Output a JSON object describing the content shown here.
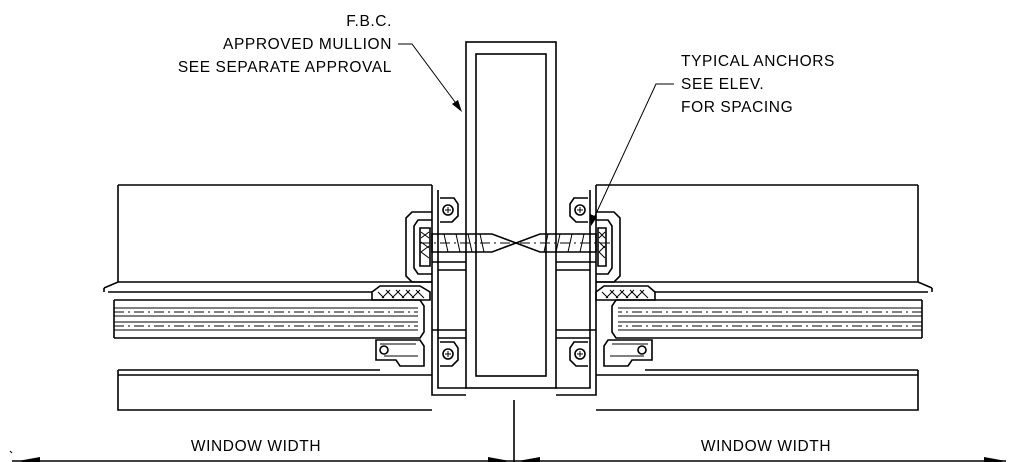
{
  "annotations": {
    "mullion_line1": "F.B.C.",
    "mullion_line2": "APPROVED MULLION",
    "mullion_line3": "SEE SEPARATE APPROVAL",
    "anchors_line1": "TYPICAL ANCHORS",
    "anchors_line2": "SEE ELEV.",
    "anchors_line3": "FOR SPACING"
  },
  "dimensions": {
    "left_label": "WINDOW WIDTH",
    "right_label": "WINDOW WIDTH"
  }
}
